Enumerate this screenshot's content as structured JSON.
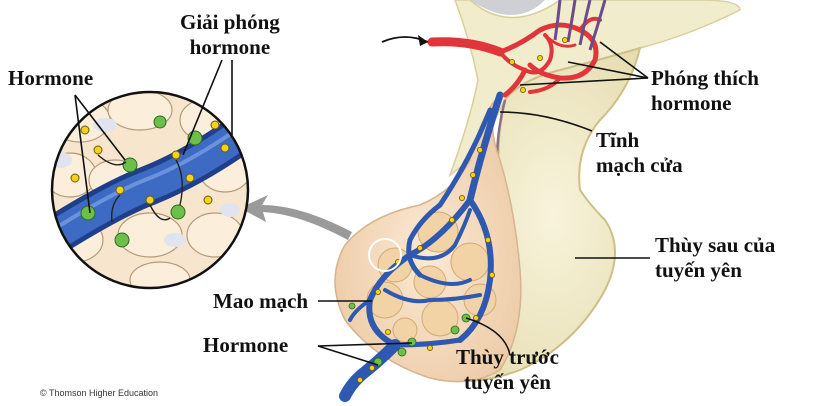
{
  "labels": {
    "giai_phong": "Giải phóng\nhormone",
    "hormone_top": "Hormone",
    "phong_thich": "Phóng thích\nhormone",
    "tinh_mach_cua": "Tĩnh\nmạch cửa",
    "thuy_sau": "Thùy sau của\ntuyến yên",
    "mao_mach": "Mao mạch",
    "hormone_bottom": "Hormone",
    "thuy_truoc": "Thùy trước\ntuyến yên"
  },
  "credit": "© Thomson Higher Education",
  "colors": {
    "artery": "#e0353a",
    "vein": "#2f58b0",
    "tissue": "#f6ddc0",
    "posterior": "#f4efcf",
    "hormone_yellow": "#f3d21a",
    "hormone_green": "#6cc04a"
  }
}
